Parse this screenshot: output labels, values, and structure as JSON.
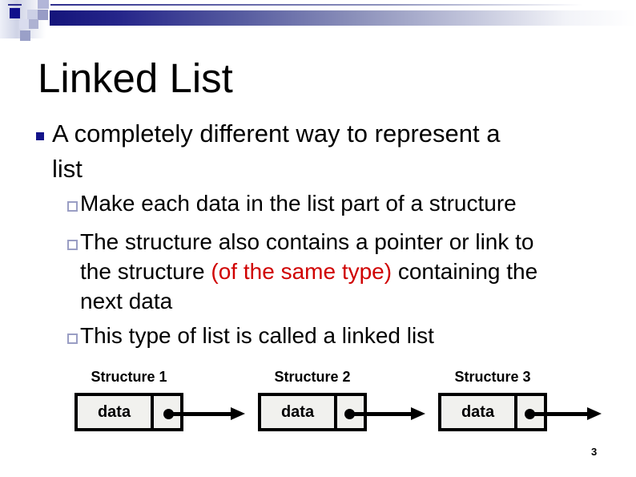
{
  "slide": {
    "title": "Linked List",
    "page_number": "3"
  },
  "content": {
    "bullet1": {
      "line1": "A completely different way to represent a",
      "line2": "list"
    },
    "bullet2": {
      "line1": "Make each data in the list part of a structure"
    },
    "bullet3": {
      "line1": "The structure also contains a pointer or link to",
      "line2_pre": "the structure ",
      "line2_red": "(of the same type)",
      "line2_post": " containing the",
      "line3": "next data"
    },
    "bullet4": {
      "line1": "This type of list is called a linked list"
    }
  },
  "diagram": {
    "structures": [
      {
        "label": "Structure 1",
        "cell": "data"
      },
      {
        "label": "Structure 2",
        "cell": "data"
      },
      {
        "label": "Structure 3",
        "cell": "data"
      }
    ]
  },
  "colors": {
    "accent_navy": "#0f0f8c",
    "bullet_level1_fill": "#14148a",
    "bullet_level2_outline": "#9a9ec4",
    "red_text": "#d00000",
    "diagram_box_fill": "#f1f1ee",
    "diagram_line": "#000000"
  }
}
